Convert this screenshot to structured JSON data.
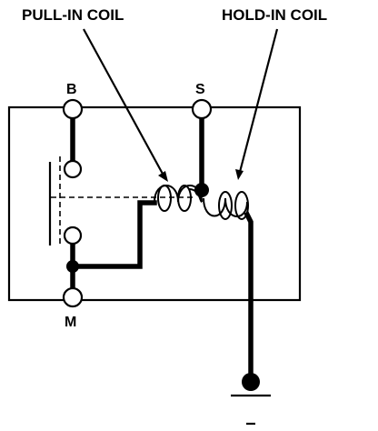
{
  "labels": {
    "pull_in_coil": "PULL-IN COIL",
    "hold_in_coil": "HOLD-IN COIL",
    "terminal_b": "B",
    "terminal_s": "S",
    "terminal_m": "M"
  },
  "colors": {
    "ink": "#000000",
    "paper": "#ffffff"
  }
}
